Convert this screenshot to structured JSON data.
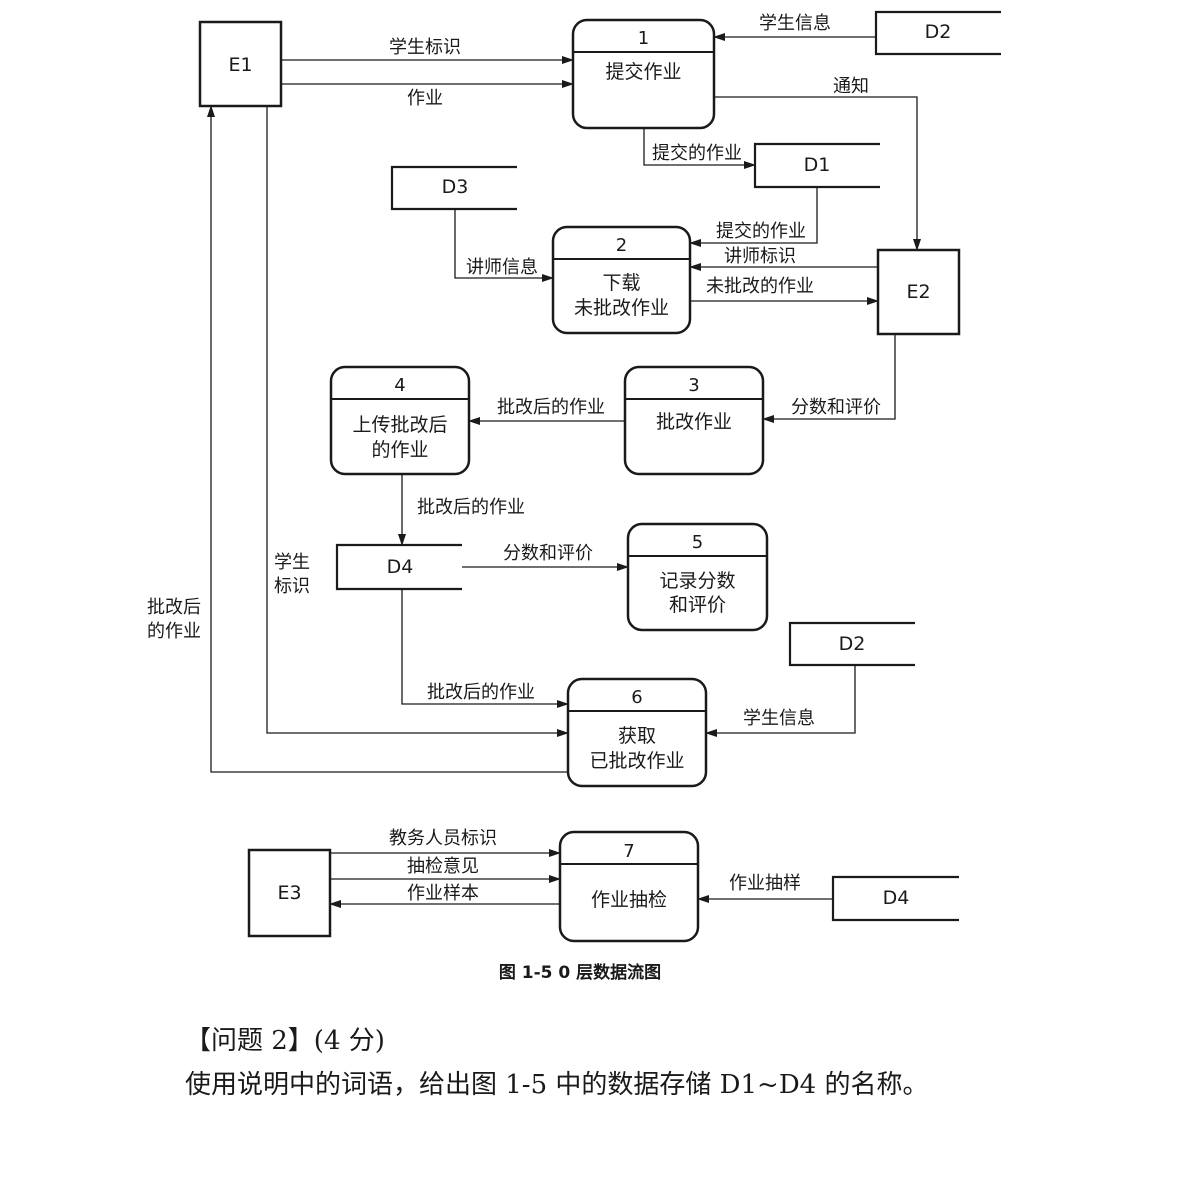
{
  "diagram": {
    "entities": {
      "e1": "E1",
      "e2": "E2",
      "e3": "E3"
    },
    "processes": {
      "p1": {
        "num": "1",
        "lines": [
          "提交作业"
        ]
      },
      "p2": {
        "num": "2",
        "lines": [
          "下载",
          "未批改作业"
        ]
      },
      "p3": {
        "num": "3",
        "lines": [
          "批改作业"
        ]
      },
      "p4": {
        "num": "4",
        "lines": [
          "上传批改后",
          "的作业"
        ]
      },
      "p5": {
        "num": "5",
        "lines": [
          "记录分数",
          "和评价"
        ]
      },
      "p6": {
        "num": "6",
        "lines": [
          "获取",
          "已批改作业"
        ]
      },
      "p7": {
        "num": "7",
        "lines": [
          "作业抽检"
        ]
      }
    },
    "stores": {
      "d2_top": "D2",
      "d1": "D1",
      "d3": "D3",
      "d4_mid": "D4",
      "d2_mid": "D2",
      "d4_bottom": "D4"
    },
    "flows": {
      "e1_p1_student_id": "学生标识",
      "e1_p1_homework": "作业",
      "d2_p1_student_info": "学生信息",
      "p1_e2_notice": "通知",
      "p1_d1_submitted": "提交的作业",
      "d1_p2_submitted": "提交的作业",
      "d3_p2_teacher_info": "讲师信息",
      "e2_p2_teacher_id": "讲师标识",
      "p2_e2_ungraded": "未批改的作业",
      "e2_p3_score": "分数和评价",
      "p3_p4_graded": "批改后的作业",
      "p4_d4_graded": "批改后的作业",
      "d4_p5_score": "分数和评价",
      "e1_p6_student_id": [
        "学生",
        "标识"
      ],
      "p6_e1_graded": [
        "批改后",
        "的作业"
      ],
      "d4_p6_graded": "批改后的作业",
      "d2_p6_student_info": "学生信息",
      "e3_p7_staff_id": "教务人员标识",
      "e3_p7_opinion": "抽检意见",
      "p7_e3_sample": "作业样本",
      "d4_p7_sampling": "作业抽样"
    },
    "caption": "图 1-5    0 层数据流图"
  },
  "question": {
    "title": "【问题 2】(4 分)",
    "text": "使用说明中的词语，给出图 1-5 中的数据存储 D1~D4 的名称。"
  }
}
